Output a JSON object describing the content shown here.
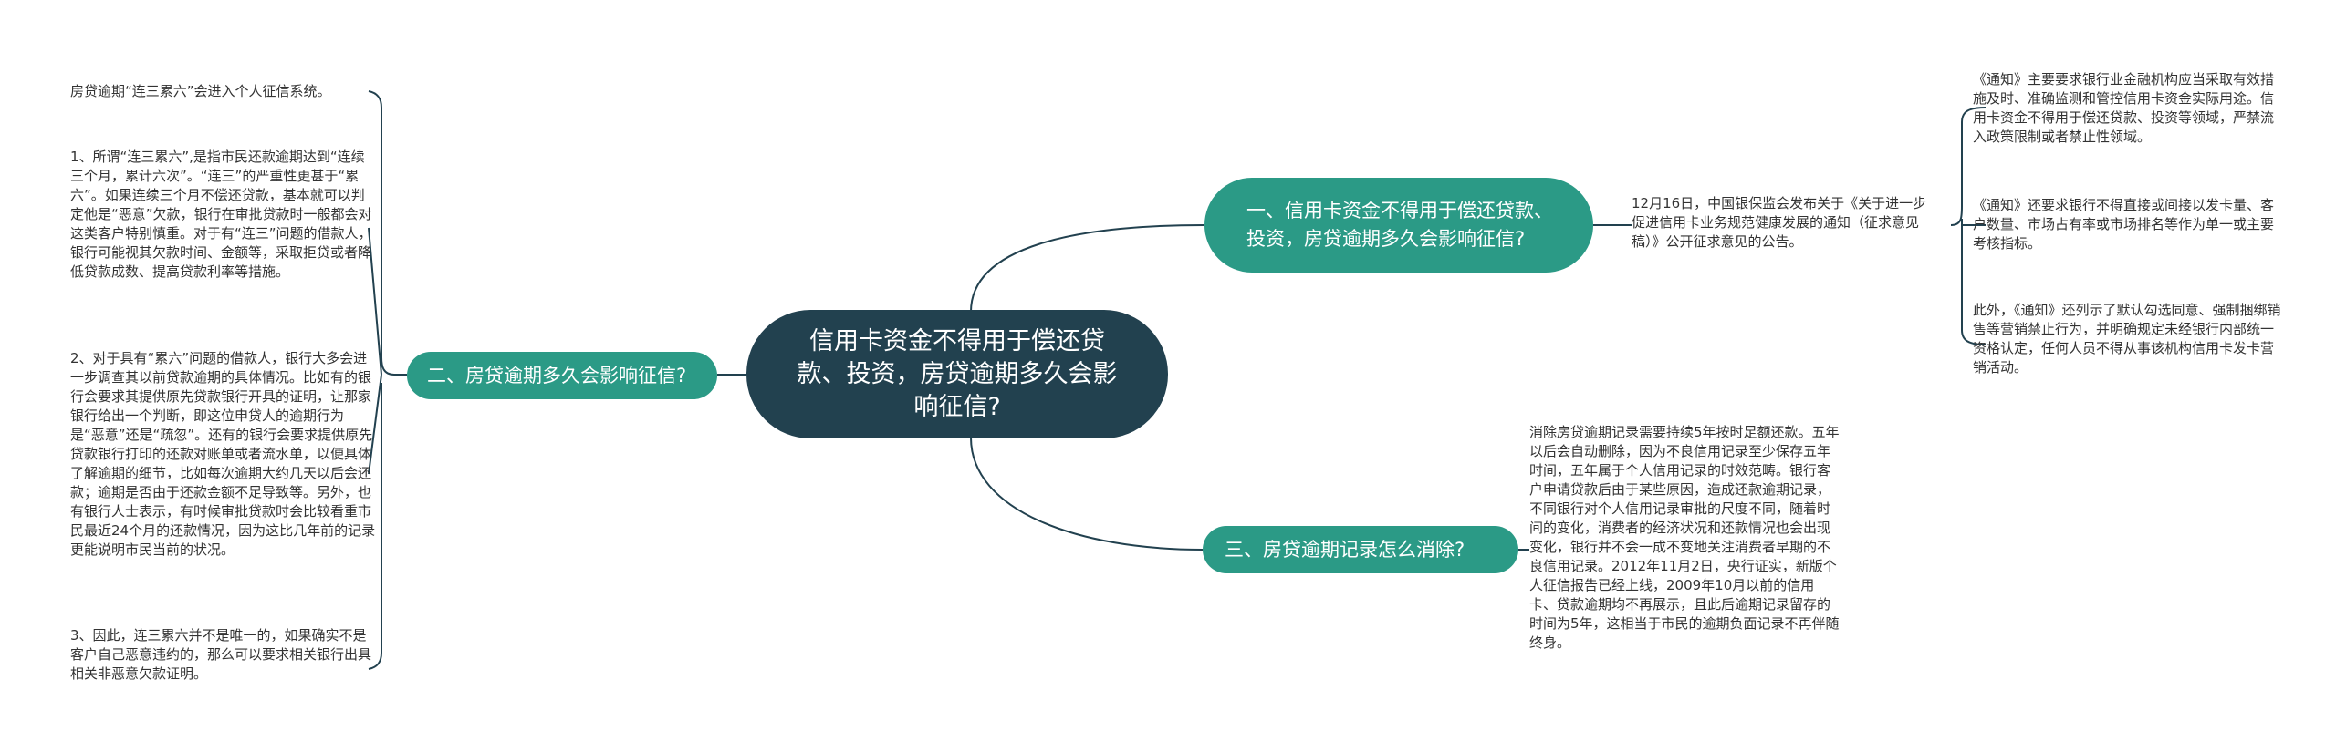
{
  "colors": {
    "central": "#22414f",
    "topic": "#2b9a86",
    "connector": "#22414f",
    "leaf_text": "#333333"
  },
  "central": {
    "text": "信用卡资金不得用于偿还贷款、投资，房贷逾期多久会影响征信?"
  },
  "topics": {
    "t1": "一、信用卡资金不得用于偿还贷款、投资，房贷逾期多久会影响征信?",
    "t2": "二、房贷逾期多久会影响征信?",
    "t3": "三、房贷逾期记录怎么消除?"
  },
  "leaves": {
    "left_intro": "房贷逾期“连三累六”会进入个人征信系统。",
    "left_1": "1、所谓“连三累六”,是指市民还款逾期达到“连续三个月，累计六次”。“连三”的严重性更甚于“累六”。如果连续三个月不偿还贷款，基本就可以判定他是“恶意”欠款，银行在审批贷款时一般都会对这类客户特别慎重。对于有“连三”问题的借款人，银行可能视其欠款时间、金额等，采取拒贷或者降低贷款成数、提高贷款利率等措施。",
    "left_2": "2、对于具有“累六”问题的借款人，银行大多会进一步调查其以前贷款逾期的具体情况。比如有的银行会要求其提供原先贷款银行开具的证明，让那家银行给出一个判断，即这位申贷人的逾期行为是“恶意”还是“疏忽”。还有的银行会要求提供原先贷款银行打印的还款对账单或者流水单，以便具体了解逾期的细节，比如每次逾期大约几天以后会还款；逾期是否由于还款金额不足导致等。另外，也有银行人士表示，有时候审批贷款时会比较看重市民最近24个月的还款情况，因为这比几年前的记录更能说明市民当前的状况。",
    "left_3": "3、因此，连三累六并不是唯一的，如果确实不是客户自己恶意违约的，那么可以要求相关银行出具相关非恶意欠款证明。",
    "t1_mid": "12月16日，中国银保监会发布关于《关于进一步促进信用卡业务规范健康发展的通知（征求意见稿）》公开征求意见的公告。",
    "t1_sub1": "《通知》主要要求银行业金融机构应当采取有效措施及时、准确监测和管控信用卡资金实际用途。信用卡资金不得用于偿还贷款、投资等领域，严禁流入政策限制或者禁止性领域。",
    "t1_sub2": "《通知》还要求银行不得直接或间接以发卡量、客户数量、市场占有率或市场排名等作为单一或主要考核指标。",
    "t1_sub3": "此外，《通知》还列示了默认勾选同意、强制捆绑销售等营销禁止行为，并明确规定未经银行内部统一资格认定，任何人员不得从事该机构信用卡发卡营销活动。",
    "t3_leaf": "消除房贷逾期记录需要持续5年按时足额还款。五年以后会自动删除，因为不良信用记录至少保存五年时间，五年属于个人信用记录的时效范畴。银行客户申请贷款后由于某些原因，造成还款逾期记录，不同银行对个人信用记录审批的尺度不同，随着时间的变化，消费者的经济状况和还款情况也会出现变化，银行并不会一成不变地关注消费者早期的不良信用记录。2012年11月2日，央行证实，新版个人征信报告已经上线，2009年10月以前的信用卡、贷款逾期均不再展示，且此后逾期记录留存的时间为5年，这相当于市民的逾期负面记录不再伴随终身。"
  }
}
